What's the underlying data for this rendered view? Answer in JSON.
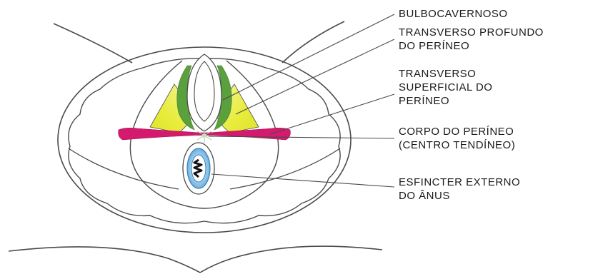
{
  "labels": {
    "bulbocavernoso": [
      "BULBOCAVERNOSO"
    ],
    "transverso_profundo": [
      "TRANSVERSO PROFUNDO",
      "DO PERÍNEO"
    ],
    "transverso_superficial": [
      "TRANSVERSO",
      "SUPERFICIAL DO",
      "PERÍNEO"
    ],
    "corpo_perineo": [
      "CORPO DO PERÍNEO",
      "(CENTRO TENDÍNEO)"
    ],
    "esfincter": [
      "ESFINCTER EXTERNO",
      "DO ÂNUS"
    ]
  },
  "colors": {
    "outline": "#4a4a4a",
    "bulbocavernoso_muscle": "#5aa03c",
    "transverso_profundo_muscle": "#e8ec3c",
    "transverso_superficial_muscle": "#d41a6e",
    "esfincter_muscle": "#7ab8e0",
    "text": "#1a1a1a"
  }
}
